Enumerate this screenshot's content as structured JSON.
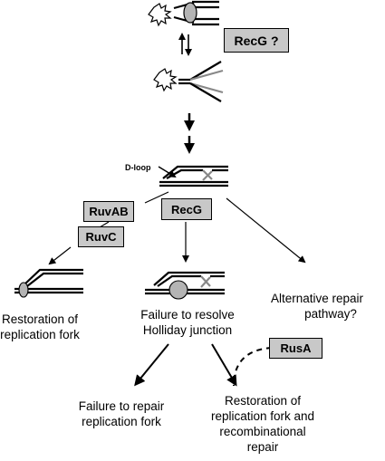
{
  "proteins": {
    "recg_query": "RecG ?",
    "ruvab": "RuvAB",
    "ruvc": "RuvC",
    "recg": "RecG",
    "rusa": "RusA"
  },
  "labels": {
    "dloop": "D-loop",
    "alternative_line1": "Alternative repair",
    "alternative_line2": "pathway?",
    "restoration_line1": "Restoration of",
    "restoration_line2": "replication fork",
    "failure_resolve_line1": "Failure to resolve",
    "failure_resolve_line2": "Holliday junction",
    "failure_repair_line1": "Failure to repair",
    "failure_repair_line2": "replication fork",
    "recomb_line1": "Restoration of",
    "recomb_line2": "replication fork and",
    "recomb_line3": "recombinational",
    "recomb_line4": "repair"
  }
}
